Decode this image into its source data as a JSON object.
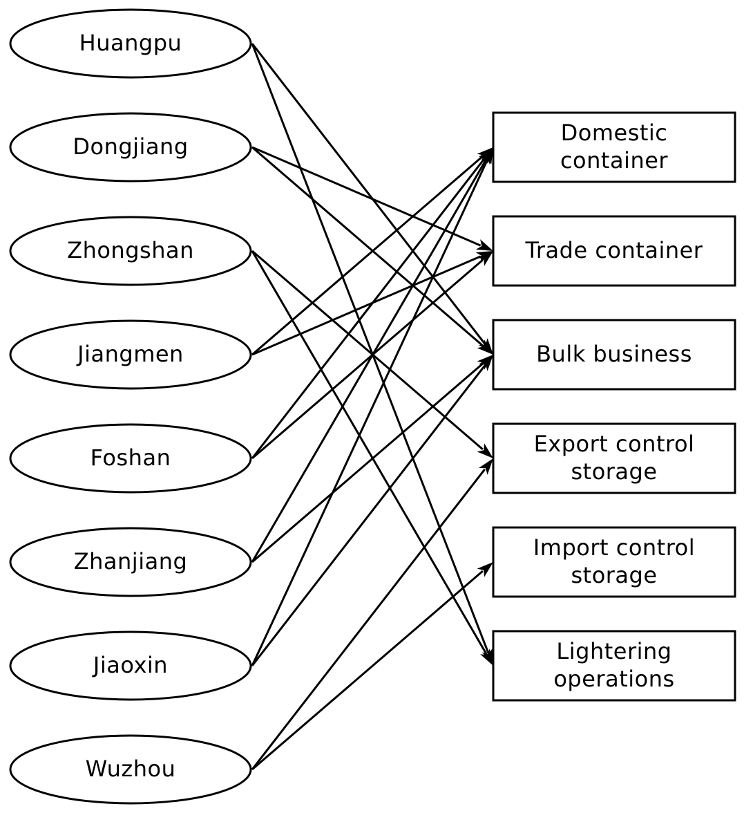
{
  "diagram": {
    "colors": {
      "stroke": "#000000",
      "background": "#ffffff"
    },
    "sources": [
      {
        "id": "huangpu",
        "label": "Huangpu"
      },
      {
        "id": "dongjiang",
        "label": "Dongjiang"
      },
      {
        "id": "zhongshan",
        "label": "Zhongshan"
      },
      {
        "id": "jiangmen",
        "label": "Jiangmen"
      },
      {
        "id": "foshan",
        "label": "Foshan"
      },
      {
        "id": "zhanjiang",
        "label": "Zhanjiang"
      },
      {
        "id": "jiaoxin",
        "label": "Jiaoxin"
      },
      {
        "id": "wuzhou",
        "label": "Wuzhou"
      }
    ],
    "targets": [
      {
        "id": "domestic-container",
        "lines": [
          "Domestic",
          "container"
        ]
      },
      {
        "id": "trade-container",
        "lines": [
          "Trade container"
        ]
      },
      {
        "id": "bulk-business",
        "lines": [
          "Bulk business"
        ]
      },
      {
        "id": "export-control-storage",
        "lines": [
          "Export control",
          "storage"
        ]
      },
      {
        "id": "import-control-storage",
        "lines": [
          "Import control",
          "storage"
        ]
      },
      {
        "id": "lightering-operations",
        "lines": [
          "Lightering",
          "operations"
        ]
      }
    ],
    "edges": [
      {
        "from": "huangpu",
        "to": "bulk-business"
      },
      {
        "from": "huangpu",
        "to": "lightering-operations"
      },
      {
        "from": "dongjiang",
        "to": "trade-container"
      },
      {
        "from": "dongjiang",
        "to": "bulk-business"
      },
      {
        "from": "zhongshan",
        "to": "export-control-storage"
      },
      {
        "from": "zhongshan",
        "to": "lightering-operations"
      },
      {
        "from": "jiangmen",
        "to": "domestic-container"
      },
      {
        "from": "jiangmen",
        "to": "trade-container"
      },
      {
        "from": "foshan",
        "to": "domestic-container"
      },
      {
        "from": "foshan",
        "to": "trade-container"
      },
      {
        "from": "zhanjiang",
        "to": "domestic-container"
      },
      {
        "from": "zhanjiang",
        "to": "bulk-business"
      },
      {
        "from": "jiaoxin",
        "to": "domestic-container"
      },
      {
        "from": "jiaoxin",
        "to": "bulk-business"
      },
      {
        "from": "wuzhou",
        "to": "export-control-storage"
      },
      {
        "from": "wuzhou",
        "to": "import-control-storage"
      }
    ]
  }
}
